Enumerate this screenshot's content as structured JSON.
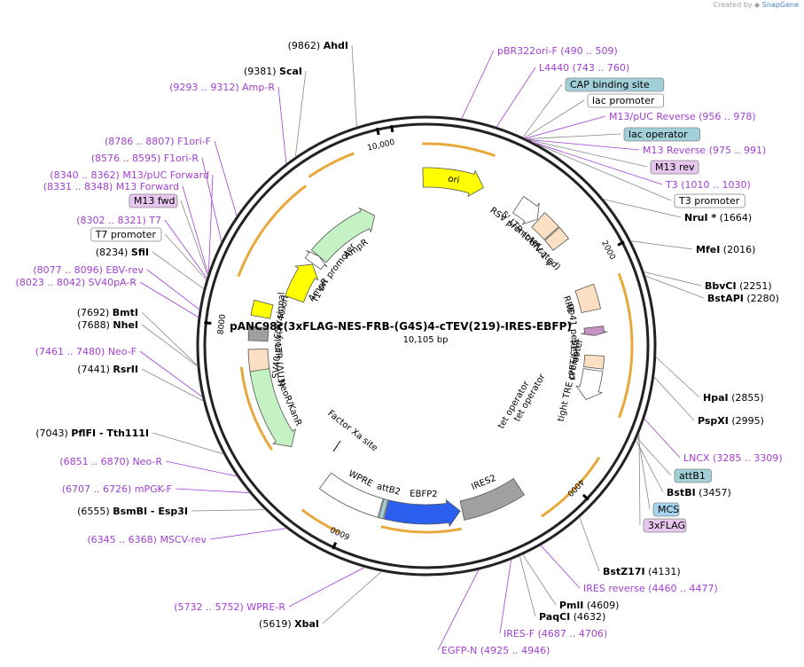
{
  "header": {
    "created_by": "Created by",
    "app_name": "SnapGene"
  },
  "plasmid": {
    "name": "pANC98c(3xFLAG-NES-FRB-(G4S)4-cTEV(219)-IRES-EBFP)",
    "size_label": "10,105 bp",
    "total_bp": 10105,
    "ticks": [
      {
        "bp": 0,
        "label": ""
      },
      {
        "bp": 2000,
        "label": "2000"
      },
      {
        "bp": 4000,
        "label": "4000"
      },
      {
        "bp": 6000,
        "label": "6000"
      },
      {
        "bp": 8000,
        "label": "8000"
      },
      {
        "bp": 10000,
        "label": "10,000"
      }
    ]
  },
  "colors": {
    "enzyme": "#000000",
    "primer": "#a23fd2",
    "orf_arrow_outline": "#e7a93a",
    "backbone": "#222222"
  },
  "labels": [
    {
      "id": "ahdi",
      "kind": "enzyme",
      "pos": "(9862)",
      "name": "AhdI"
    },
    {
      "id": "scai",
      "kind": "enzyme",
      "pos": "(9381)",
      "name": "ScaI"
    },
    {
      "id": "ampr",
      "kind": "primer",
      "pos": "(9293 .. 9312)",
      "name": "Amp-R"
    },
    {
      "id": "f1ori-f",
      "kind": "primer",
      "pos": "(8786 .. 8807)",
      "name": "F1ori-F"
    },
    {
      "id": "f1ori-r",
      "kind": "primer",
      "pos": "(8576 .. 8595)",
      "name": "F1ori-R"
    },
    {
      "id": "m13puc-fwd",
      "kind": "primer",
      "pos": "(8340 .. 8362)",
      "name": "M13/pUC Forward"
    },
    {
      "id": "m13-forward",
      "kind": "primer",
      "pos": "(8331 .. 8348)",
      "name": "M13 Forward"
    },
    {
      "id": "m13fwd",
      "kind": "feature",
      "name": "M13 fwd",
      "fill": "#e7c6ef"
    },
    {
      "id": "t7",
      "kind": "primer",
      "pos": "(8302 .. 8321)",
      "name": "T7"
    },
    {
      "id": "t7promoter",
      "kind": "feature",
      "name": "T7 promoter",
      "fill": "#ffffff"
    },
    {
      "id": "sfii",
      "kind": "enzyme",
      "pos": "(8234)",
      "name": "SfiI"
    },
    {
      "id": "ebvrev",
      "kind": "primer",
      "pos": "(8077 .. 8096)",
      "name": "EBV-rev"
    },
    {
      "id": "sv40par",
      "kind": "primer",
      "pos": "(8023 .. 8042)",
      "name": "SV40pA-R"
    },
    {
      "id": "bmti",
      "kind": "enzyme",
      "pos": "(7692)",
      "name": "BmtI"
    },
    {
      "id": "nhei",
      "kind": "enzyme",
      "pos": "(7688)",
      "name": "NheI"
    },
    {
      "id": "neof",
      "kind": "primer",
      "pos": "(7461 .. 7480)",
      "name": "Neo-F"
    },
    {
      "id": "rsrii",
      "kind": "enzyme",
      "pos": "(7441)",
      "name": "RsrII"
    },
    {
      "id": "pflfi",
      "kind": "enzyme",
      "pos": "(7043)",
      "name": "PflFI - Tth111I"
    },
    {
      "id": "neor",
      "kind": "primer",
      "pos": "(6851 .. 6870)",
      "name": "Neo-R"
    },
    {
      "id": "mpgkf",
      "kind": "primer",
      "pos": "(6707 .. 6726)",
      "name": "mPGK-F"
    },
    {
      "id": "bsmbi",
      "kind": "enzyme",
      "pos": "(6555)",
      "name": "BsmBI - Esp3I"
    },
    {
      "id": "mscvrev",
      "kind": "primer",
      "pos": "(6345 .. 6368)",
      "name": "MSCV-rev"
    },
    {
      "id": "wprer",
      "kind": "primer",
      "pos": "(5732 .. 5752)",
      "name": "WPRE-R"
    },
    {
      "id": "xbai",
      "kind": "enzyme",
      "pos": "(5619)",
      "name": "XbaI"
    },
    {
      "id": "egfpn",
      "kind": "primer",
      "pos": "(4925 .. 4946)",
      "name": "EGFP-N"
    },
    {
      "id": "iresf",
      "kind": "primer",
      "pos": "(4687 .. 4706)",
      "name": "IRES-F"
    },
    {
      "id": "paqci",
      "kind": "enzyme",
      "pos": "(4632)",
      "name": "PaqCI"
    },
    {
      "id": "pmli",
      "kind": "enzyme",
      "pos": "(4609)",
      "name": "PmlI"
    },
    {
      "id": "iresrev",
      "kind": "primer",
      "pos": "(4460 .. 4477)",
      "name": "IRES reverse"
    },
    {
      "id": "bstz17i",
      "kind": "enzyme",
      "pos": "(4131)",
      "name": "BstZ17I"
    },
    {
      "id": "3xflag",
      "kind": "feature",
      "name": "3xFLAG",
      "fill": "#e7c6ef"
    },
    {
      "id": "mcs",
      "kind": "feature",
      "name": "MCS",
      "fill": "#a7d4f0"
    },
    {
      "id": "bstbi",
      "kind": "enzyme",
      "pos": "(3457)",
      "name": "BstBI"
    },
    {
      "id": "attb1",
      "kind": "feature",
      "name": "attB1",
      "fill": "#a2d0d8"
    },
    {
      "id": "lncx",
      "kind": "primer",
      "pos": "(3285 .. 3309)",
      "name": "LNCX"
    },
    {
      "id": "pspxi",
      "kind": "enzyme",
      "pos": "(2995)",
      "name": "PspXI"
    },
    {
      "id": "hpai",
      "kind": "enzyme",
      "pos": "(2855)",
      "name": "HpaI"
    },
    {
      "id": "bstapi",
      "kind": "enzyme",
      "pos": "(2280)",
      "name": "BstAPI"
    },
    {
      "id": "bbvci",
      "kind": "enzyme",
      "pos": "(2251)",
      "name": "BbvCI"
    },
    {
      "id": "mfei",
      "kind": "enzyme",
      "pos": "(2016)",
      "name": "MfeI"
    },
    {
      "id": "nrui",
      "kind": "enzyme",
      "pos": "(1664)",
      "name": "NruI *"
    },
    {
      "id": "t3promoter",
      "kind": "feature",
      "name": "T3 promoter",
      "fill": "#ffffff"
    },
    {
      "id": "t3",
      "kind": "primer",
      "pos": "(1010 .. 1030)",
      "name": "T3"
    },
    {
      "id": "m13rev",
      "kind": "feature",
      "name": "M13 rev",
      "fill": "#e7c6ef"
    },
    {
      "id": "m13reverse",
      "kind": "primer",
      "pos": "(975 .. 991)",
      "name": "M13 Reverse"
    },
    {
      "id": "lacop",
      "kind": "feature",
      "name": "lac operator",
      "fill": "#a2d0d8"
    },
    {
      "id": "m13pucrev",
      "kind": "primer",
      "pos": "(956 .. 978)",
      "name": "M13/pUC Reverse"
    },
    {
      "id": "lacprom",
      "kind": "feature",
      "name": "lac promoter",
      "fill": "#ffffff"
    },
    {
      "id": "capbind",
      "kind": "feature",
      "name": "CAP binding site",
      "fill": "#a2d0d8"
    },
    {
      "id": "l4440",
      "kind": "primer",
      "pos": "(743 .. 760)",
      "name": "L4440"
    },
    {
      "id": "pbr322ori",
      "kind": "primer",
      "pos": "(490 .. 509)",
      "name": "pBR322ori-F"
    }
  ],
  "features": [
    {
      "id": "ori",
      "name": "ori",
      "fill": "#ffff00",
      "shape": "arrow",
      "start": 220,
      "end": 810,
      "dir": 1,
      "track": "mid",
      "label_pos": "inside"
    },
    {
      "id": "rsv",
      "name": "RSV promoter",
      "fill": "#ffffff",
      "shape": "arrow",
      "start": 1180,
      "end": 1410,
      "dir": 1,
      "track": "mid"
    },
    {
      "id": "ltr5",
      "name": "5' LTR (truncated)",
      "fill": "#fde0c3",
      "shape": "box",
      "start": 1420,
      "end": 1600,
      "track": "mid"
    },
    {
      "id": "hiv",
      "name": "HIV-1 ψ",
      "fill": "#fde0c3",
      "shape": "box",
      "start": 1610,
      "end": 1740,
      "track": "mid"
    },
    {
      "id": "rre",
      "name": "RRE",
      "fill": "#fde0c3",
      "shape": "box",
      "start": 2210,
      "end": 2440,
      "track": "mid"
    },
    {
      "id": "gp41",
      "name": "gp41 peptide",
      "fill": "#c892c0",
      "shape": "arrow",
      "start": 2600,
      "end": 2680,
      "dir": 1,
      "track": "mid"
    },
    {
      "id": "cppt",
      "name": "cPPT/CTS",
      "fill": "#fde0c3",
      "shape": "box",
      "start": 2870,
      "end": 2990,
      "track": "mid"
    },
    {
      "id": "tre",
      "name": "tight TRE promoter",
      "fill": "#ffffff",
      "shape": "arrow",
      "start": 3010,
      "end": 3300,
      "dir": 1,
      "track": "mid"
    },
    {
      "id": "ires",
      "name": "IRES2",
      "fill": "#a0a0a0",
      "shape": "box",
      "start": 4370,
      "end": 4960,
      "track": "mid"
    },
    {
      "id": "ebfp",
      "name": "EBFP2",
      "fill": "#2c5ff0",
      "shape": "arrow",
      "start": 4980,
      "end": 5690,
      "dir": -1,
      "track": "mid"
    },
    {
      "id": "attb2",
      "name": "attB2",
      "fill": "#a2d0d8",
      "shape": "box",
      "start": 5700,
      "end": 5740,
      "track": "mid"
    },
    {
      "id": "wpre",
      "name": "WPRE",
      "fill": "#ffffff",
      "shape": "box",
      "start": 5750,
      "end": 6340,
      "track": "mid"
    },
    {
      "id": "ltr3",
      "name": "3' LTR (ΔU3)",
      "fill": "#fde0c3",
      "shape": "box",
      "start": 7560,
      "end": 7800,
      "track": "mid"
    },
    {
      "id": "neokan",
      "name": "NeoR/KanR",
      "fill": "#c5f2c5",
      "shape": "arrow",
      "start": 6800,
      "end": 7600,
      "dir": -1,
      "track": "mid"
    },
    {
      "id": "sv40pa",
      "name": "SV40 poly(A) signal",
      "fill": "#a0a0a0",
      "shape": "box",
      "start": 7880,
      "end": 8010,
      "track": "mid"
    },
    {
      "id": "sv40ori",
      "name": "SV40 ori",
      "fill": "#ffff00",
      "shape": "box",
      "start": 8110,
      "end": 8250,
      "track": "mid"
    },
    {
      "id": "f1ori",
      "name": "f1 ori",
      "fill": "#ffff00",
      "shape": "arrow",
      "start": 8380,
      "end": 8830,
      "dir": 1,
      "track": "inner"
    },
    {
      "id": "ampprom",
      "name": "AmpR promoter",
      "fill": "#ffffff",
      "shape": "arrow",
      "start": 8840,
      "end": 8950,
      "dir": 1,
      "track": "inner"
    },
    {
      "id": "ampr",
      "name": "AmpR",
      "fill": "#c5f2c5",
      "shape": "arrow",
      "start": 8950,
      "end": 9750,
      "dir": 1,
      "track": "inner"
    }
  ],
  "misc_text": {
    "tet_operator": "tet operator",
    "factor_xa": "Factor Xa site"
  }
}
